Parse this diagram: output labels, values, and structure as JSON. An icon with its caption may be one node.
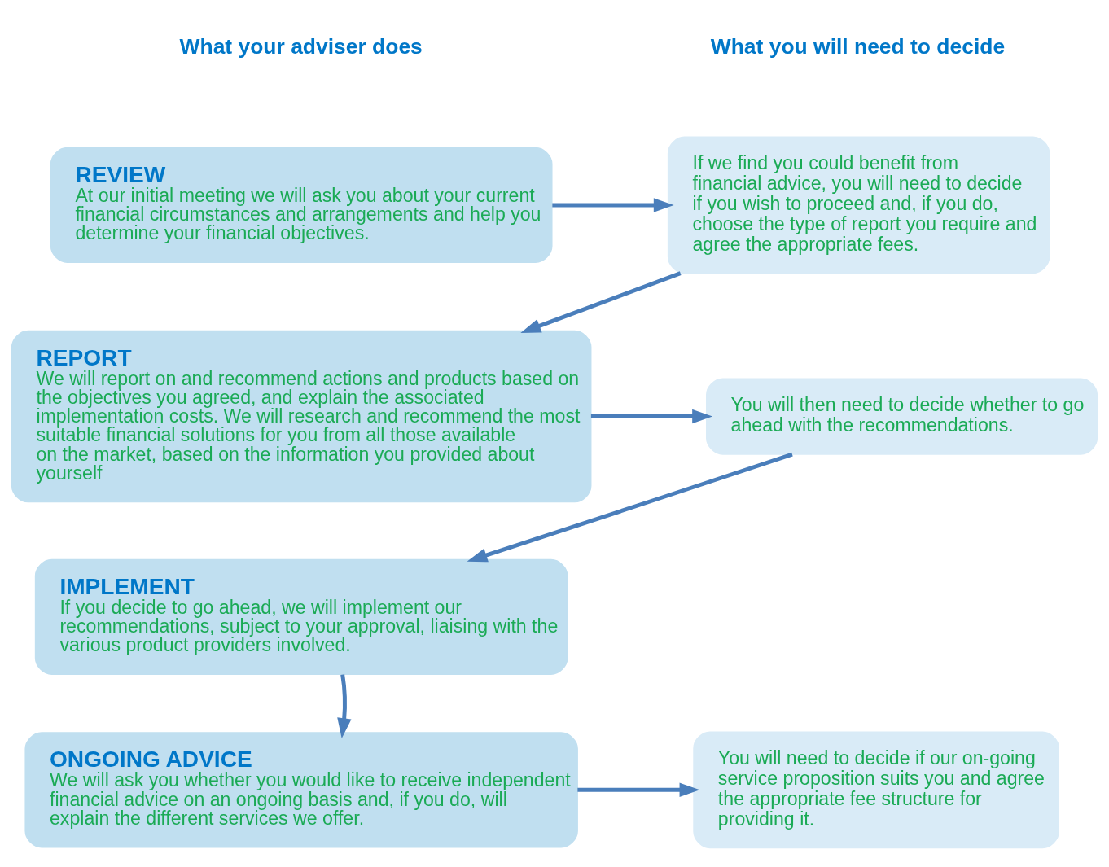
{
  "diagram": {
    "nodes": [
      {
        "text": [
          "REVIEW",
          "At our initial meeting we will ask you about your current financial circumstances and arrangements and help you determine your financial objectives."
        ]
      },
      {
        "text": [
          "If we find you could benefit from financial advice, you will need to decide if you wish to proceed and, if you do, choose the type of report you require and agree the appropriate fees."
        ]
      },
      {
        "text": [
          "REPORT",
          "We will report on and recommend actions and products based on the objectives you agreed, and explain the associated implementation costs. We will research and recommend the most suitable financial solutions for you from all those available on the market, based on the information you provided about yourself"
        ]
      },
      {
        "text": [
          "You will then need to decide whether to go ahead with the recommendations."
        ]
      },
      {
        "text": [
          "IMPLEMENT",
          "If you decide to go ahead, we will implement our recommendations, subject to your approval, liaising with the various product providers involved."
        ]
      },
      {
        "text": [
          "ONGOING ADVICE",
          "We will ask you whether you would like to receive independent financial advice on an ongoing basis and, if you do, will explain the different services we offer."
        ]
      },
      {
        "text": [
          "You will need to decide if our on-going service proposition suits you and agree the appropriate fee structure for providing it."
        ]
      }
    ],
    "edges": [
      {
        "from": 0,
        "to": 1,
        "arrow": "to"
      },
      {
        "from": 1,
        "to": 2,
        "arrow": "to"
      },
      {
        "from": 2,
        "to": 3,
        "arrow": "to"
      },
      {
        "from": 3,
        "to": 4,
        "arrow": "to"
      },
      {
        "from": 4,
        "to": 5,
        "arrow": "to"
      },
      {
        "from": 5,
        "to": 6,
        "arrow": "to"
      }
    ],
    "labels": [
      "What your adviser does",
      "What you will need to decide"
    ]
  }
}
